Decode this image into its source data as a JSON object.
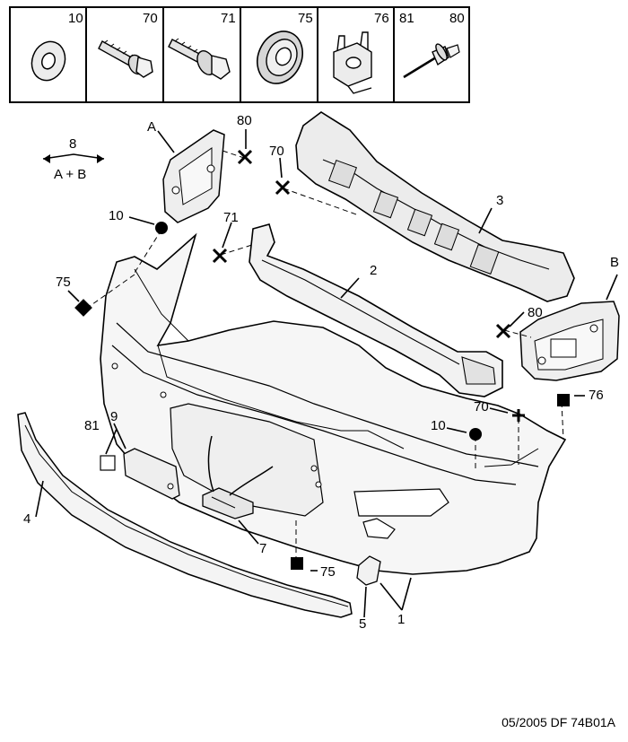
{
  "parts_legend": [
    {
      "numbers": [
        "10"
      ],
      "part": "washer"
    },
    {
      "numbers": [
        "70"
      ],
      "part": "flange-screw"
    },
    {
      "numbers": [
        "71"
      ],
      "part": "screw-with-washer"
    },
    {
      "numbers": [
        "75"
      ],
      "part": "grommet"
    },
    {
      "numbers": [
        "76"
      ],
      "part": "clip-nut"
    },
    {
      "numbers": [
        "81",
        "80"
      ],
      "part": "rivet"
    }
  ],
  "callouts": {
    "a": "A",
    "b": "B",
    "n80_top": "80",
    "n70_left": "70",
    "n3": "3",
    "n8": "8",
    "ab": "A + B",
    "n10_left": "10",
    "n71": "71",
    "n2": "2",
    "n75_left": "75",
    "n80_right": "80",
    "n76": "76",
    "n70_right": "70",
    "n10_right": "10",
    "n81": "81",
    "n9": "9",
    "n4": "4",
    "n7": "7",
    "n75_bottom": "75",
    "n5": "5",
    "n1": "1"
  },
  "footer": "05/2005  DF 74B01A"
}
